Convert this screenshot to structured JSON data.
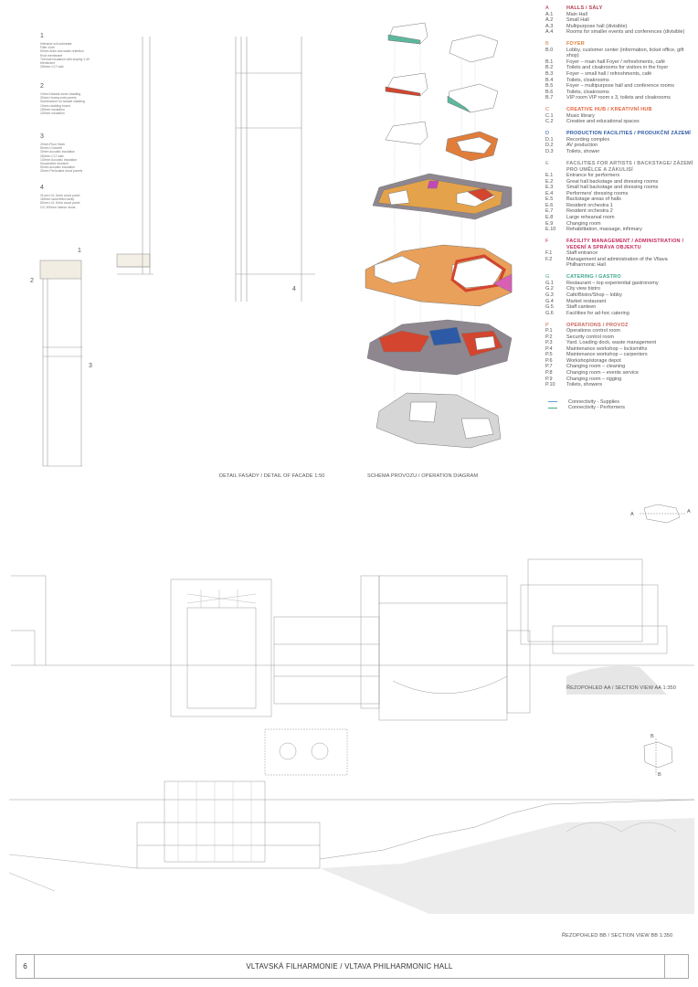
{
  "facade_detail": {
    "caption": "DETAIL FASÁDY / DETAIL OF FACADE 1:50",
    "layers": [
      {
        "num": "1",
        "notes": [
          "Intensive soil substrate",
          "Filter cloth",
          "50mm drain and water retention",
          "Root membrane",
          "Thermal insulation with sloping 1:40",
          "Membrane",
          "260mm CLT slab"
        ]
      },
      {
        "num": "2",
        "notes": [
          "10mm Natural stone cladding",
          "30mm Honeycomb panels",
          "Substructure for facade cladding",
          "10mm cladding board",
          "150mm insulation",
          "200mm insulation"
        ]
      },
      {
        "num": "3",
        "notes": [
          "20mm Floor finish",
          "80mm Concrete",
          "30mm acoustic insulation",
          "260mm CLT slab",
          "100mm Acoustic insulation",
          "Suspended structure",
          "50mm acoustic insulation",
          "30mm Perforated wood panels"
        ]
      },
      {
        "num": "4",
        "notes": [
          "31mm LVL Kerto wood panel",
          "180mm sand filled cavity",
          "80mm LVL Kerto wood panel",
          "C/C 600mm interior studs"
        ]
      }
    ],
    "markers": [
      "1",
      "2",
      "3",
      "4"
    ]
  },
  "operation_diagram": {
    "caption": "SCHEMA PROVOZU / OPERATION DIAGRAM"
  },
  "legend": {
    "groups": [
      {
        "key": "A",
        "title": "HALLS / SÁLY",
        "color": "#b33a4e",
        "items": [
          [
            "A.1",
            "Main Hall"
          ],
          [
            "A.2",
            "Small Hall"
          ],
          [
            "A.3",
            "Multipurpose hall (divisible)"
          ],
          [
            "A.4",
            "Rooms for smaller events and conferences (divisible)"
          ]
        ]
      },
      {
        "key": "B",
        "title": "FOYER",
        "color": "#d9823e",
        "items": [
          [
            "B.0",
            "Lobby, customer center (information, ticket office, gift shop)"
          ],
          [
            "B.1",
            "Foyer – main hall Foyer / refreshments, café"
          ],
          [
            "B.2",
            "Toilets and cloakrooms for visitors in the foyer"
          ],
          [
            "B.3",
            "Foyer – small hall / refreshments, café"
          ],
          [
            "B.4",
            "Toilets, cloakrooms"
          ],
          [
            "B.5",
            "Foyer – multipurpose hall and conference rooms"
          ],
          [
            "B.6",
            "Toilets, cloakrooms"
          ],
          [
            "B.7",
            "VIP room VIP room x 3, toilets and cloakrooms"
          ]
        ]
      },
      {
        "key": "C",
        "title": "CREATIVE HUB / KREATIVNÍ HUB",
        "color": "#e2653e",
        "items": [
          [
            "C.1",
            "Music library"
          ],
          [
            "C.2",
            "Creative and educational spaces"
          ]
        ]
      },
      {
        "key": "D",
        "title": "PRODUCTION FACILITIES / PRODUKČNÍ ZÁZEMÍ",
        "color": "#2d5aa6",
        "items": [
          [
            "D.1",
            "Recording complex"
          ],
          [
            "D.2",
            "AV production"
          ],
          [
            "D.3",
            "Toilets, shower"
          ]
        ]
      },
      {
        "key": "E",
        "title": "FACILITIES FOR ARTISTS / BACKSTAGE/ ZÁZEMÍ PRO UMĚLCE A ZÁKULISÍ",
        "color": "#8a8a8a",
        "items": [
          [
            "E.1",
            "Entrance for performers"
          ],
          [
            "E.2",
            "Great hall backstage and dressing rooms"
          ],
          [
            "E.3",
            "Small hall backstage and dressing rooms"
          ],
          [
            "E.4",
            "Performers' dressing rooms"
          ],
          [
            "E.5",
            "Backstage areas of halls"
          ],
          [
            "E.6",
            "Resident orchestra 1"
          ],
          [
            "E.7",
            "Resident orchestra 2"
          ],
          [
            "E.8",
            "Large rehearsal room"
          ],
          [
            "E.9",
            "Changing room"
          ],
          [
            "E.10",
            "Rehabilitation, massage, infirmary"
          ]
        ]
      },
      {
        "key": "F",
        "title": "FACILITY MANAGEMENT / ADMINISTRATION / VEDENÍ A SPRÁVA OBJEKTU",
        "color": "#c42a5c",
        "items": [
          [
            "F.1",
            "Staff entrance"
          ],
          [
            "F.2",
            "Management and administration of the Vltava Philharmonic Hall"
          ]
        ]
      },
      {
        "key": "G",
        "title": "CATERING / GASTRO",
        "color": "#3fa68a",
        "items": [
          [
            "G.1",
            "Restaurant – top experiential gastronomy"
          ],
          [
            "G.2",
            "City view bistro"
          ],
          [
            "G.3",
            "Café/Bistro/Shop – lobby"
          ],
          [
            "G.4",
            "Market restaurant"
          ],
          [
            "G.5",
            "Staff canteen"
          ],
          [
            "G.6",
            "Facilities for ad-hoc catering"
          ]
        ]
      },
      {
        "key": "P",
        "title": "OPERATIONS / PROVOZ",
        "color": "#c9665e",
        "items": [
          [
            "P.1",
            "Operations control room"
          ],
          [
            "P.2",
            "Security control room"
          ],
          [
            "P.3",
            "Yard. Loading dock, waste management"
          ],
          [
            "P.4",
            "Maintenance workshop – locksmiths"
          ],
          [
            "P.5",
            "Maintenance workshop – carpenters"
          ],
          [
            "P.6",
            "Workshop/storage depot"
          ],
          [
            "P.7",
            "Changing room – cleaning"
          ],
          [
            "P.8",
            "Changing room – events service"
          ],
          [
            "P.9",
            "Changing room – rigging"
          ],
          [
            "P.10",
            "Toilets, showers"
          ]
        ]
      }
    ],
    "connectivity": [
      {
        "label": "Connectivity - Supplies",
        "color": "#5a9fd0"
      },
      {
        "label": "Connectivity - Performers",
        "color": "#3fae7a"
      }
    ]
  },
  "section_aa": {
    "caption": "ŘEZOPOHLED AA / SECTION VIEW AA 1:350",
    "key_labels": [
      "A",
      "A"
    ]
  },
  "section_bb": {
    "caption": "ŘEZOPOHLED BB / SECTION VIEW BB 1:350",
    "key_labels": [
      "B",
      "B"
    ]
  },
  "footer": {
    "page_number": "6",
    "title": "VLTAVSKÁ FILHARMONIE / VLTAVA PHILHARMONIC HALL"
  }
}
